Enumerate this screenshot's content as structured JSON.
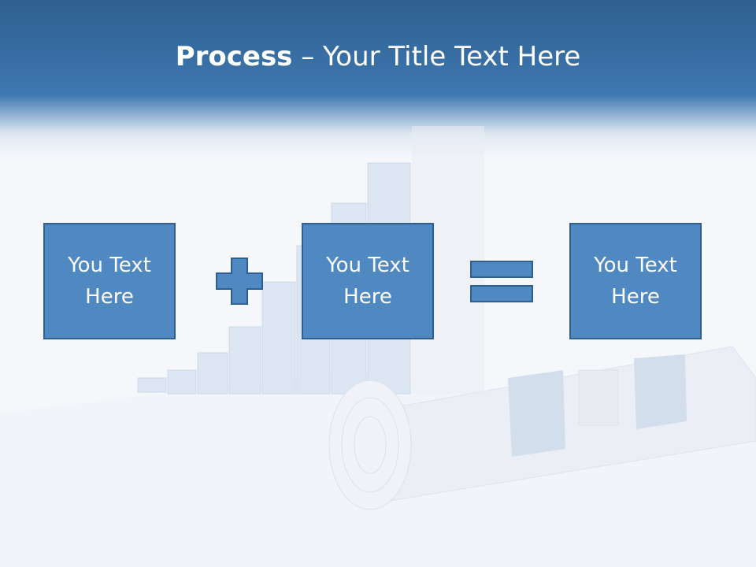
{
  "slide": {
    "title_bold": "Process",
    "title_rest": " – Your Title Text Here"
  },
  "boxes": [
    {
      "text": "You Text Here"
    },
    {
      "text": "You Text Here"
    },
    {
      "text": "You Text Here"
    }
  ],
  "operators": [
    "plus-icon",
    "equals-icon"
  ],
  "colors": {
    "header": "#3d78b0",
    "box_fill": "#5089c2",
    "box_border": "#2f5f8f",
    "text": "#ffffff"
  }
}
